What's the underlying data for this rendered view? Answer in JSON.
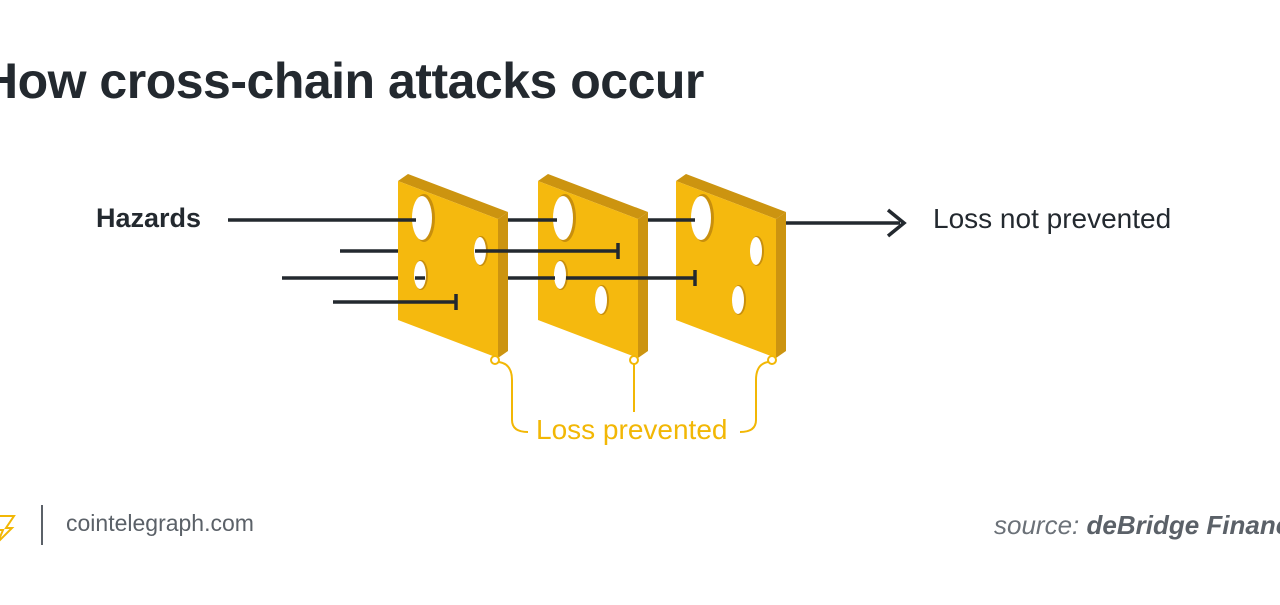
{
  "title": "How cross-chain attacks occur",
  "labels": {
    "hazards": "Hazards",
    "loss_not_prevented": "Loss not prevented",
    "loss_prevented": "Loss prevented"
  },
  "footer": {
    "site": "cointelegraph.com",
    "source_prefix": "source:",
    "source_name": "deBridge Finance"
  },
  "colors": {
    "cheese": "#f5b90e",
    "cheese_edge": "#cc9410",
    "line": "#23292f",
    "accent": "#f2b705"
  },
  "icons": [
    "cointelegraph-logo-icon",
    "arrow-right-icon"
  ]
}
